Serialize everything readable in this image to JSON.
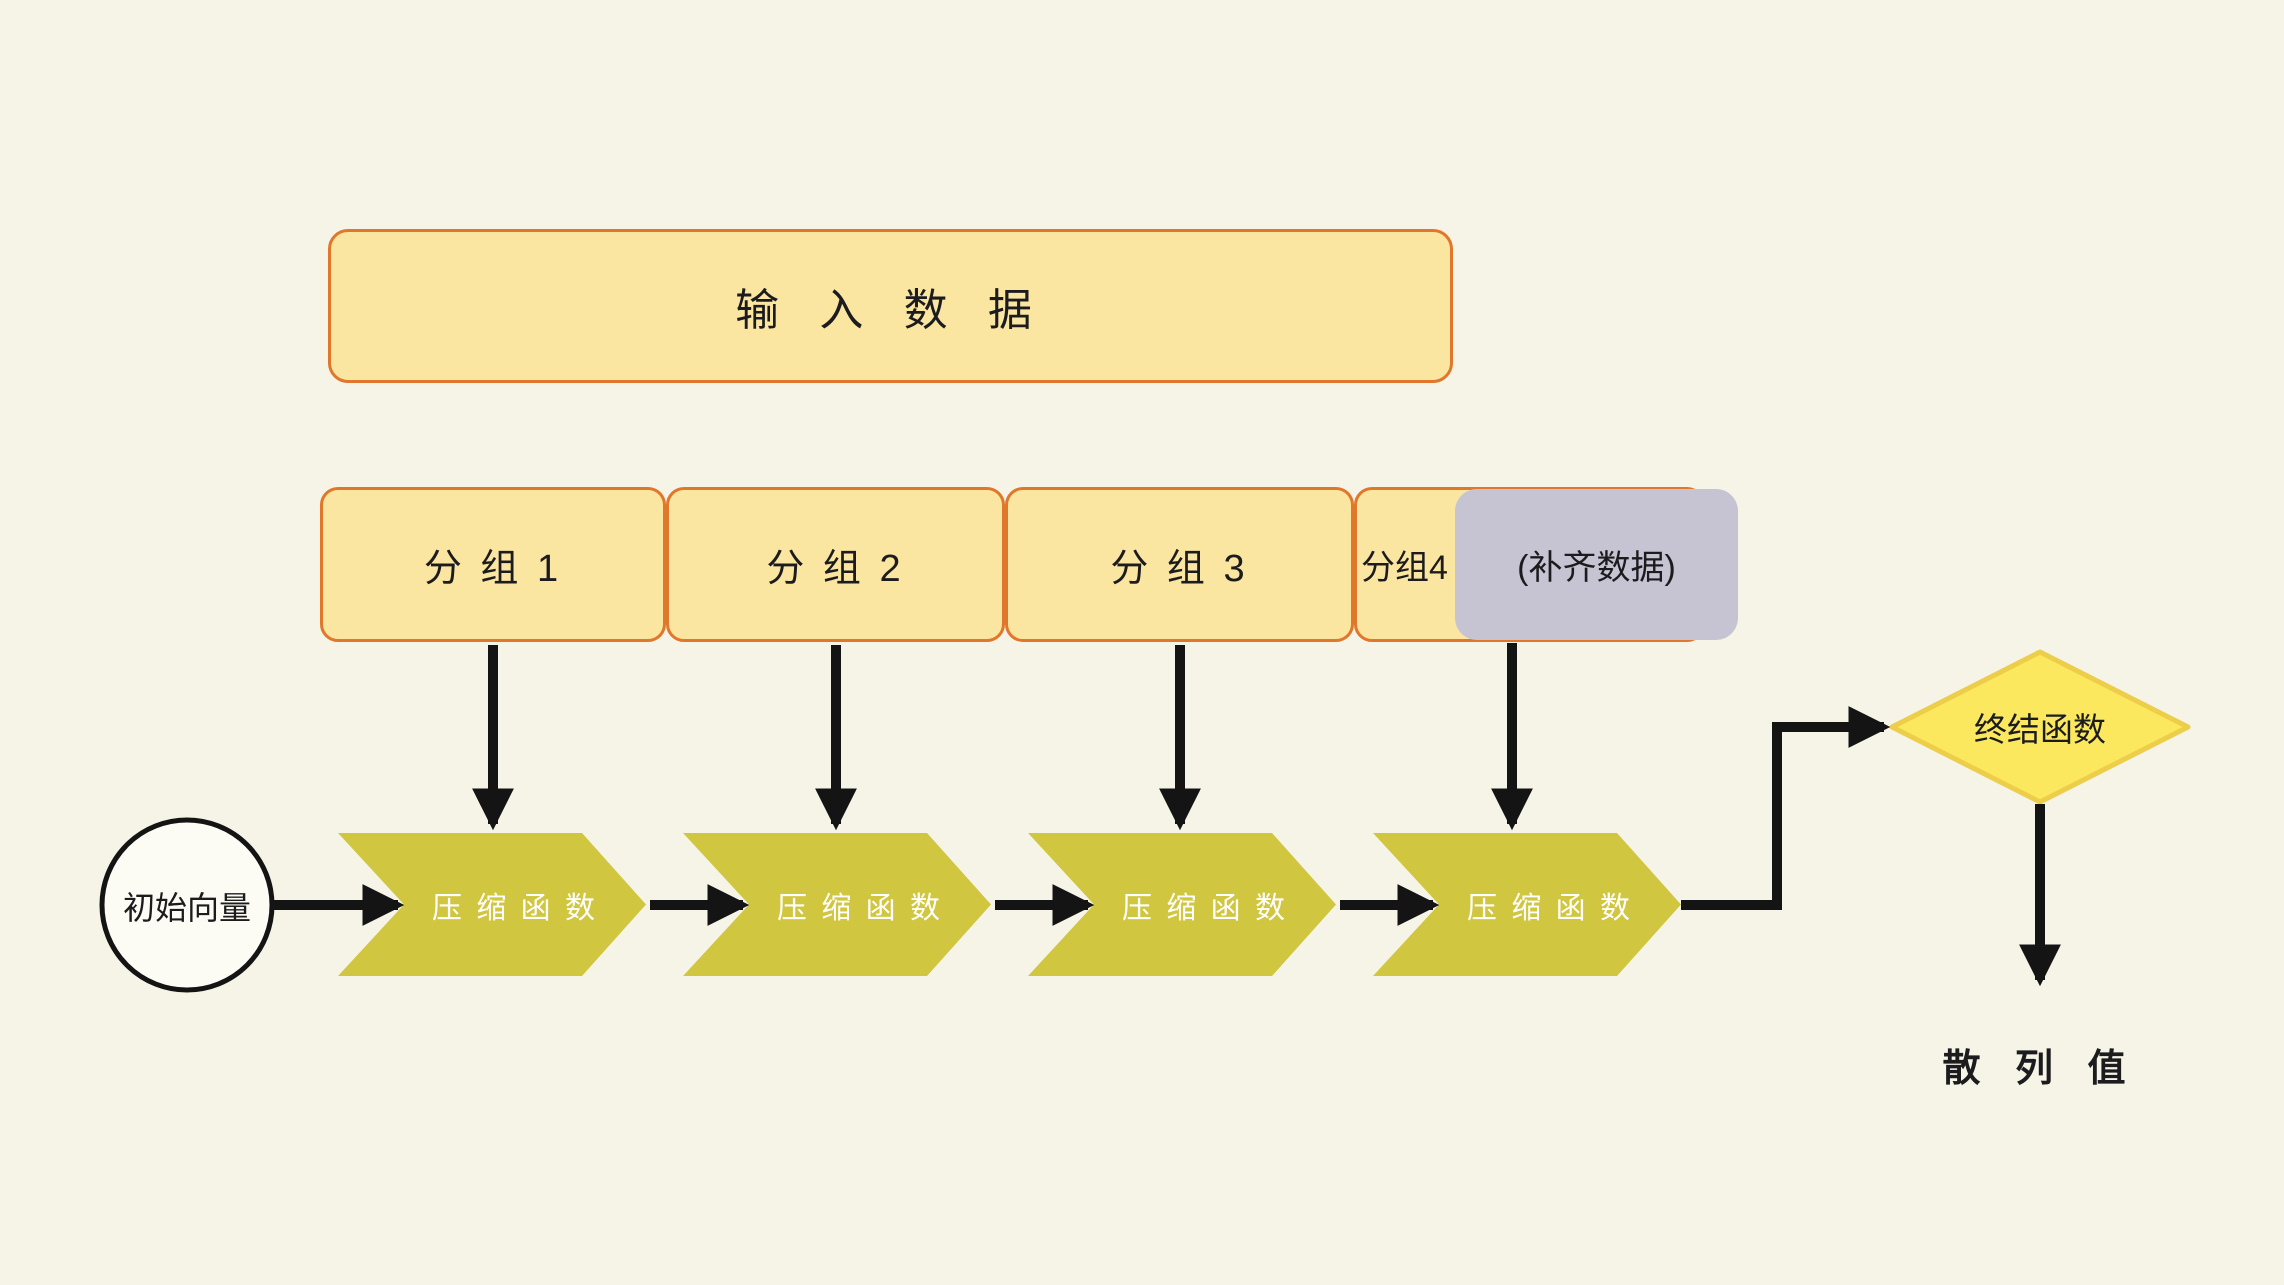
{
  "diagram": {
    "title_box": {
      "label": "输 入 数 据"
    },
    "groups": [
      {
        "label": "分 组 1"
      },
      {
        "label": "分 组 2"
      },
      {
        "label": "分 组 3"
      },
      {
        "label": "分组4"
      }
    ],
    "padding_box": {
      "label": "(补齐数据)"
    },
    "initial_vector": {
      "label": "初始向量"
    },
    "stages": [
      {
        "label": "压 缩 函 数"
      },
      {
        "label": "压 缩 函 数"
      },
      {
        "label": "压 缩 函 数"
      },
      {
        "label": "压 缩 函 数"
      }
    ],
    "final_function": {
      "label": "终结函数"
    },
    "output": {
      "label": "散 列 值"
    },
    "colors": {
      "background": "#f6f4e7",
      "box_fill": "#fbe6a1",
      "box_border": "#e0772b",
      "padding_fill": "#c6c4d2",
      "chevron_fill": "#d0c63f",
      "chevron_text": "#ffffff",
      "diamond_fill": "#fbe85e",
      "diamond_border": "#ecce4a",
      "circle_fill": "#fdfcf4",
      "arrow": "#141414",
      "text": "#1c1c1e"
    }
  }
}
